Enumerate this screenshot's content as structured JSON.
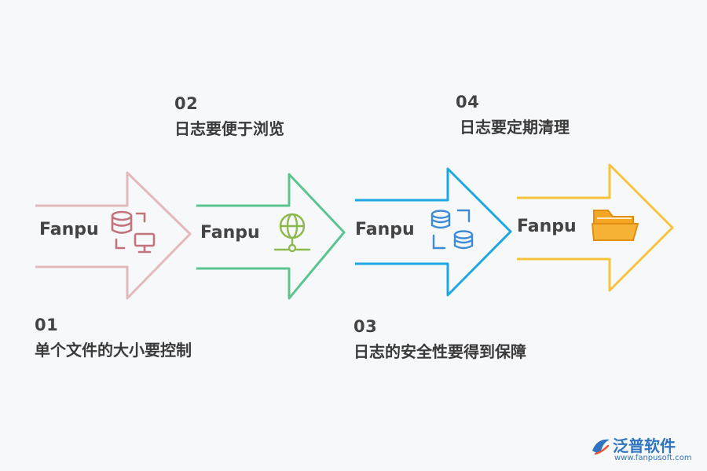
{
  "steps": [
    {
      "num": "01",
      "text": "单个文件的大小要控制",
      "brand": "Fanpu",
      "color": "#e3b9bd",
      "icon_color": "#c2747c",
      "icon": "database-monitor-icon"
    },
    {
      "num": "02",
      "text": "日志要便于浏览",
      "brand": "Fanpu",
      "color": "#5cc58f",
      "icon_color": "#8cb84c",
      "icon": "globe-network-icon"
    },
    {
      "num": "03",
      "text": "日志的安全性要得到保障",
      "brand": "Fanpu",
      "color": "#1ea8e2",
      "icon_color": "#3d8ad6",
      "icon": "database-sync-icon"
    },
    {
      "num": "04",
      "text": "日志要定期清理",
      "brand": "Fanpu",
      "color": "#f6c43c",
      "icon_color": "#f5a623",
      "icon": "folder-icon"
    }
  ],
  "watermark": {
    "name": "泛普软件",
    "url": "www.fanpusoft.com",
    "color": "#2f74c0"
  }
}
